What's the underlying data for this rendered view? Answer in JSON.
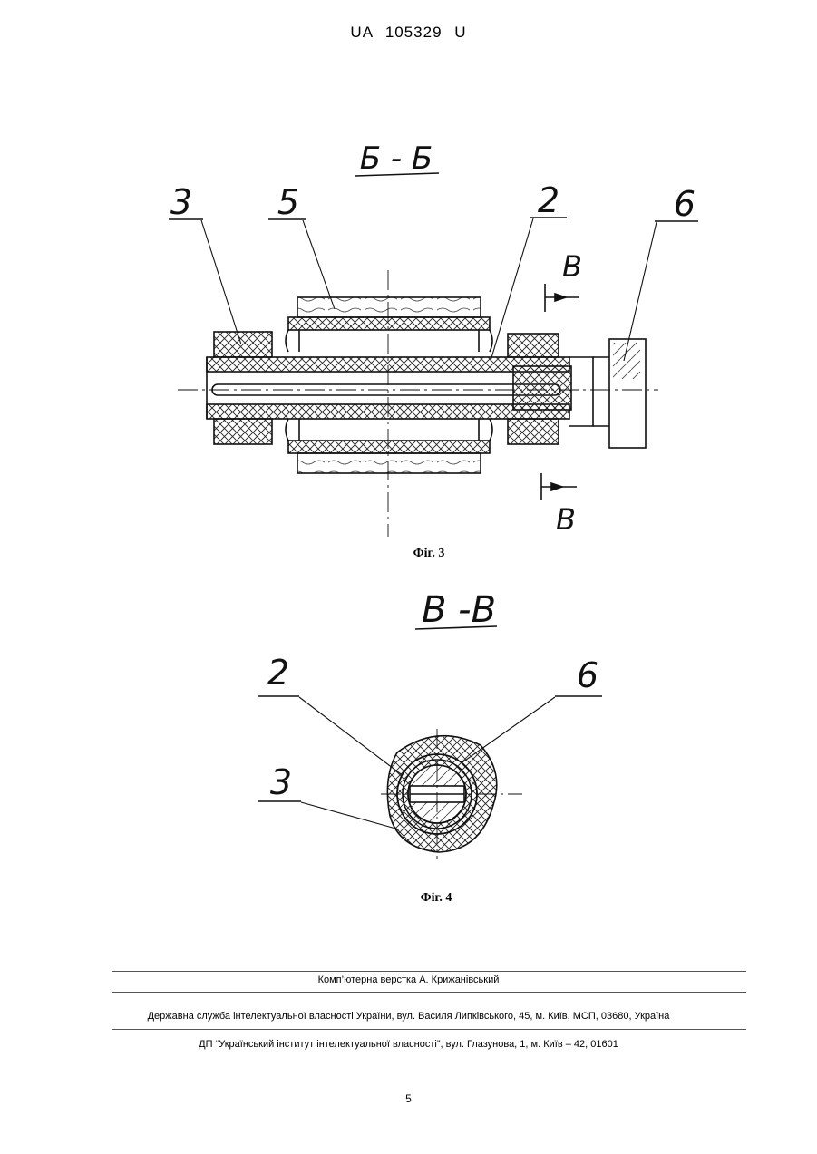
{
  "header": {
    "doc_number": "UA 105329 U"
  },
  "fig3": {
    "section_title": "Б - Б",
    "labels": {
      "l3": "3",
      "l5": "5",
      "l2": "2",
      "l6": "6",
      "arrow_top": "В",
      "arrow_bottom": "В"
    },
    "caption": "Фіг. 3"
  },
  "fig4": {
    "section_title": "В -В",
    "labels": {
      "l2": "2",
      "l6": "6",
      "l3": "3"
    },
    "caption": "Фіг. 4"
  },
  "footer": {
    "compiled_by": "Комп’ютерна верстка А. Крижанівський",
    "agency": "Державна служба інтелектуальної власності України, вул. Василя Липківського, 45, м. Київ, МСП, 03680, Україна",
    "institute": "ДП “Український інститут інтелектуальної власності”, вул. Глазунова, 1, м. Київ – 42, 01601"
  },
  "page_number": "5"
}
